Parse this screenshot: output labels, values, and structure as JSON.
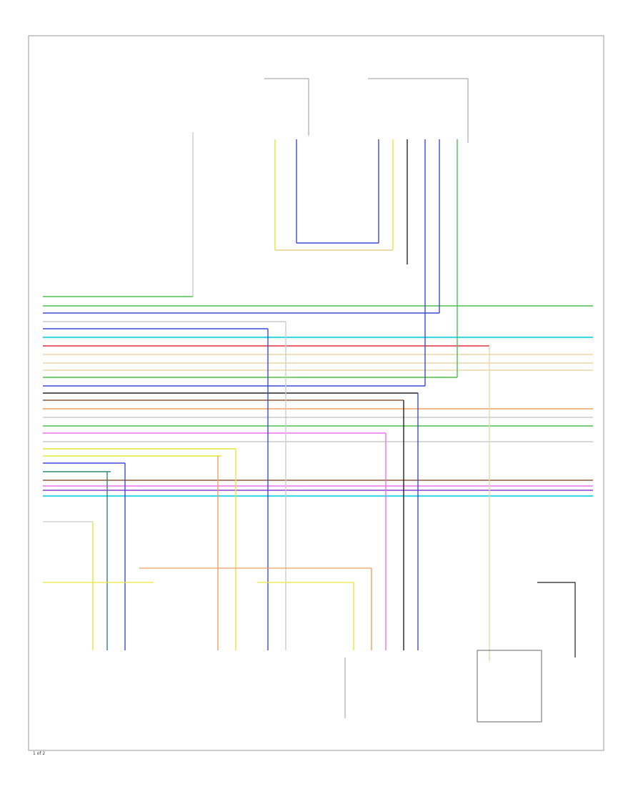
{
  "diagram": {
    "page_label": "1 of 2",
    "wire_colors": {
      "white": "#cccccc",
      "green": "#4cbf4c",
      "blue": "#3b4bd6",
      "red": "#e0303a",
      "cyan": "#3fd8e6",
      "tan": "#e8d7a8",
      "yellow": "#e6e63a",
      "orange": "#f0a060",
      "pink": "#f070f0",
      "violet": "#8a3fd0",
      "gray": "#888888",
      "black": "#222222",
      "dkgreen": "#2f8a6a",
      "brown": "#8a5a3a"
    },
    "components": [
      {
        "id": "left-top-module",
        "label": ""
      },
      {
        "id": "center-top-module",
        "label": ""
      },
      {
        "id": "right-top-module",
        "label": ""
      },
      {
        "id": "left-bottom-module",
        "label": ""
      },
      {
        "id": "center-bottom-module",
        "label": ""
      },
      {
        "id": "right-bottom-module",
        "label": ""
      },
      {
        "id": "far-right-module",
        "label": ""
      }
    ]
  }
}
